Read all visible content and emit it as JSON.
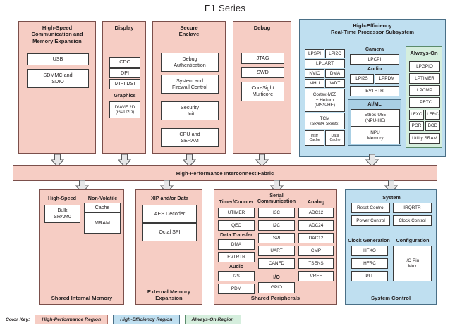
{
  "title": "E1 Series",
  "fabric": {
    "label": "High-Performance Interconnect Fabric"
  },
  "top_panels": {
    "hs_comm": {
      "title": "High-Speed\nCommunication and\nMemory Expansion",
      "blocks": [
        "USB",
        "SDMMC and\nSDIO"
      ]
    },
    "display": {
      "title": "Display",
      "blocks": [
        "CDC",
        "DPI",
        "MIPI DSI"
      ],
      "graphics_label": "Graphics",
      "graphics_blocks": [
        "D/AVE 2D\n(GPU2D)"
      ]
    },
    "secure_enclave": {
      "title": "Secure\nEnclave",
      "blocks": [
        "Debug\nAuthentication",
        "System and\nFirewall Control",
        "Security\nUnit",
        "CPU and\nSERAM"
      ]
    },
    "debug": {
      "title": "Debug",
      "blocks": [
        "JTAG",
        "SWD",
        "CoreSight\nMulticore"
      ]
    },
    "high_efficiency": {
      "title": "High-Efficiency\nReal-Time Processor Subsystem",
      "core_column": [
        "LPSPI",
        "LPI2C",
        "LPUART",
        "NVIC",
        "DMA",
        "MHU",
        "WDT",
        "Cortex-M55\n+ Helium\n(MSS-HE)",
        "TCM",
        "(SRAM4, SRAM5)",
        "Instr\nCache",
        "Data\nCache"
      ],
      "camera_label": "Camera",
      "camera_blocks": [
        "LPCPI"
      ],
      "audio_label": "Audio",
      "audio_blocks": [
        "LPI2S",
        "LPPDM"
      ],
      "evtrtr": "EVTRTR",
      "aiml_label": "AI/ML",
      "aiml_blocks": [
        "Ethos-U55\n(NPU-HE)",
        "NPU\nMemory"
      ],
      "always_on": {
        "title": "Always-On",
        "blocks": [
          "LPGPIO",
          "LPTIMER",
          "LPCMP",
          "LPRTC",
          "LFXO",
          "LFRC",
          "POR",
          "BOD",
          "Utility SRAM"
        ]
      }
    }
  },
  "bottom_panels": {
    "shared_internal_memory": {
      "footer": "Shared Internal Memory",
      "high_speed_label": "High-Speed",
      "high_speed_blocks": [
        "Bulk\nSRAM0"
      ],
      "non_volatile_label": "Non-Volatile",
      "non_volatile_blocks": [
        "Cache",
        "MRAM"
      ]
    },
    "external_memory_expansion": {
      "footer": "External Memory\nExpansion",
      "group_label": "XIP and/or Data",
      "blocks": [
        "AES Decoder",
        "Octal SPI"
      ]
    },
    "shared_peripherals": {
      "footer": "Shared Peripherals",
      "timer_counter_label": "Timer/Counter",
      "timer_counter_blocks": [
        "UTIMER",
        "QEC"
      ],
      "data_transfer_label": "Data Transfer",
      "data_transfer_blocks": [
        "DMA",
        "EVTRTR"
      ],
      "audio_label": "Audio",
      "audio_blocks": [
        "I2S",
        "PDM"
      ],
      "serial_label": "Serial\nCommunication",
      "serial_blocks": [
        "I3C",
        "I2C",
        "SPI",
        "UART",
        "CANFD"
      ],
      "io_label": "I/O",
      "io_blocks": [
        "GPIO"
      ],
      "analog_label": "Analog",
      "analog_blocks": [
        "ADC12",
        "ADC24",
        "DAC12",
        "CMP",
        "TSENS",
        "VREF"
      ]
    },
    "system_control": {
      "footer": "System Control",
      "system_label": "System",
      "system_blocks": [
        "Reset Control",
        "IRQRTR",
        "Power Control",
        "Clock Control"
      ],
      "clock_gen_label": "Clock Generation",
      "clock_gen_blocks": [
        "HFXO",
        "HFRC",
        "PLL"
      ],
      "configuration_label": "Configuration",
      "configuration_blocks": [
        "I/O Pin\nMux"
      ]
    }
  },
  "color_key": {
    "label": "Color Key:",
    "items": [
      {
        "text": "High-Performance Region",
        "color": "#f6cdc4"
      },
      {
        "text": "High-Efficiency Region",
        "color": "#bfdff0"
      },
      {
        "text": "Always-On Region",
        "color": "#d5eedd"
      }
    ]
  }
}
